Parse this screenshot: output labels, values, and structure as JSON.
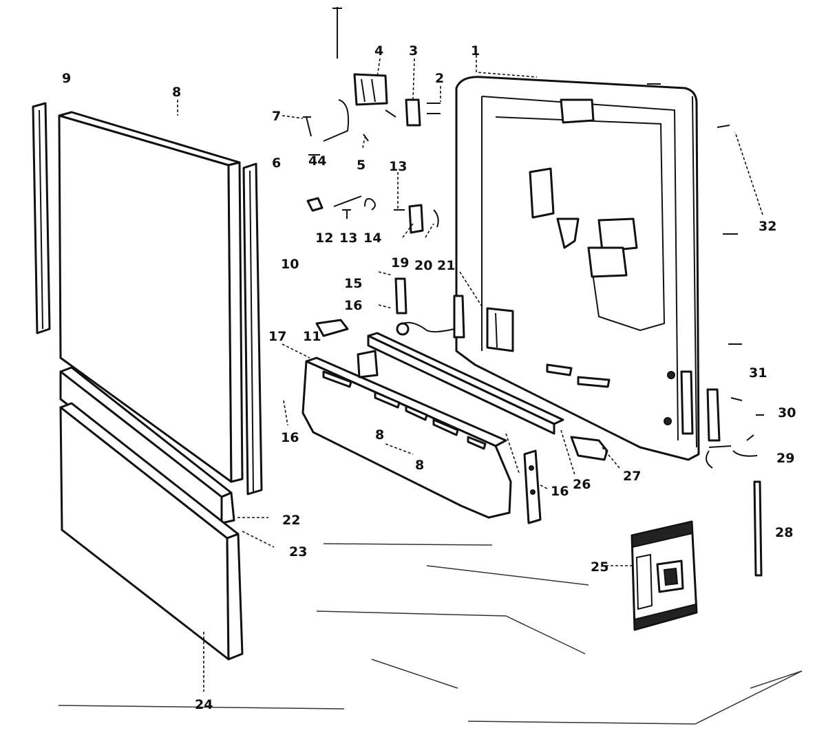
{
  "callouts": [
    {
      "id": "c1",
      "text": "1"
    },
    {
      "id": "c2",
      "text": "2"
    },
    {
      "id": "c3",
      "text": "3"
    },
    {
      "id": "c4",
      "text": "4"
    },
    {
      "id": "c5",
      "text": "5"
    },
    {
      "id": "c6",
      "text": "6"
    },
    {
      "id": "c7",
      "text": "7"
    },
    {
      "id": "c8a",
      "text": "8"
    },
    {
      "id": "c8b",
      "text": "8"
    },
    {
      "id": "c8c",
      "text": "8"
    },
    {
      "id": "c9",
      "text": "9"
    },
    {
      "id": "c10",
      "text": "10"
    },
    {
      "id": "c11",
      "text": "11"
    },
    {
      "id": "c12",
      "text": "12"
    },
    {
      "id": "c13a",
      "text": "13"
    },
    {
      "id": "c13b",
      "text": "13"
    },
    {
      "id": "c14",
      "text": "14"
    },
    {
      "id": "c15",
      "text": "15"
    },
    {
      "id": "c16a",
      "text": "16"
    },
    {
      "id": "c16b",
      "text": "16"
    },
    {
      "id": "c16c",
      "text": "16"
    },
    {
      "id": "c17",
      "text": "17"
    },
    {
      "id": "c19",
      "text": "19"
    },
    {
      "id": "c20",
      "text": "20"
    },
    {
      "id": "c21",
      "text": "21"
    },
    {
      "id": "c22",
      "text": "22"
    },
    {
      "id": "c23",
      "text": "23"
    },
    {
      "id": "c24",
      "text": "24"
    },
    {
      "id": "c25",
      "text": "25"
    },
    {
      "id": "c26",
      "text": "26"
    },
    {
      "id": "c27",
      "text": "27"
    },
    {
      "id": "c28",
      "text": "28"
    },
    {
      "id": "c29",
      "text": "29"
    },
    {
      "id": "c30",
      "text": "30"
    },
    {
      "id": "c31",
      "text": "31"
    },
    {
      "id": "c32",
      "text": "32"
    },
    {
      "id": "c44",
      "text": "44"
    }
  ]
}
